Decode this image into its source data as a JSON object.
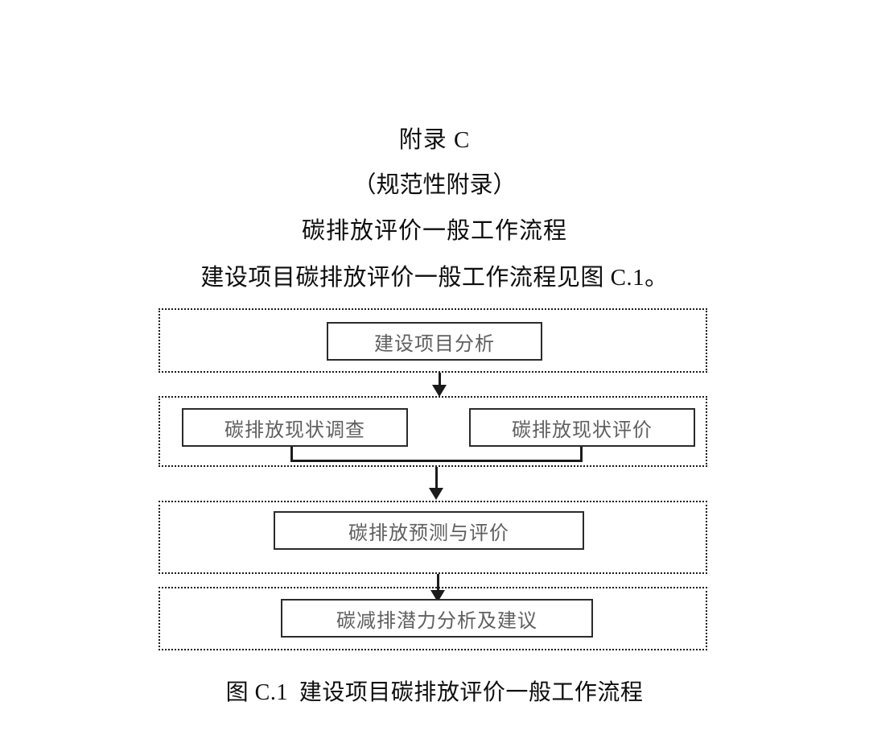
{
  "document": {
    "appendix_title": "附录 C",
    "appendix_kind": "（规范性附录）",
    "appendix_subject": "碳排放评价一般工作流程",
    "intro_line": "建设项目碳排放评价一般工作流程见图 C.1。"
  },
  "figure": {
    "caption_number": "图 C.1",
    "caption_text": "建设项目碳排放评价一般工作流程"
  },
  "flowchart": {
    "type": "process-flow",
    "direction": "top-to-bottom",
    "stages": [
      {
        "id": "stage-1",
        "nodes": [
          {
            "id": "node-project-analysis",
            "label": "建设项目分析"
          }
        ]
      },
      {
        "id": "stage-2",
        "nodes": [
          {
            "id": "node-status-survey",
            "label": "碳排放现状调查"
          },
          {
            "id": "node-status-assessment",
            "label": "碳排放现状评价"
          }
        ]
      },
      {
        "id": "stage-3",
        "nodes": [
          {
            "id": "node-forecast-assessment",
            "label": "碳排放预测与评价"
          }
        ]
      },
      {
        "id": "stage-4",
        "nodes": [
          {
            "id": "node-reduction-potential",
            "label": "碳减排潜力分析及建议"
          }
        ]
      }
    ],
    "connectors": [
      {
        "id": "arrow-1",
        "from": "stage-1",
        "to": "stage-2",
        "style": "arrow-down"
      },
      {
        "id": "merge-bracket",
        "from": [
          "node-status-survey",
          "node-status-assessment"
        ],
        "to": "arrow-2",
        "style": "merge-bracket"
      },
      {
        "id": "arrow-2",
        "from": "stage-2",
        "to": "stage-3",
        "style": "arrow-down"
      },
      {
        "id": "arrow-3",
        "from": "stage-3",
        "to": "stage-4",
        "style": "arrow-down"
      }
    ],
    "colors": {
      "stage_border": "#1b1b1b",
      "node_border": "#2b2b2b",
      "node_text": "#5f5f5f",
      "connector": "#1b1b1b",
      "page_background": "#ffffff",
      "body_text": "#0d0d0d"
    }
  }
}
